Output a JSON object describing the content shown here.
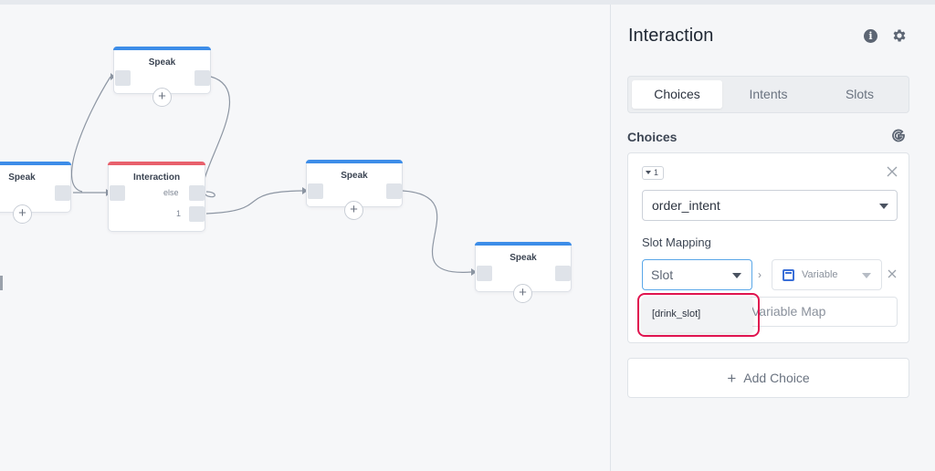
{
  "canvas": {
    "nodes": {
      "speak_top": {
        "title": "Speak"
      },
      "speak_left": {
        "title": "Speak"
      },
      "interaction": {
        "title": "Interaction",
        "port_else": "else",
        "port_1": "1"
      },
      "speak_mid": {
        "title": "Speak"
      },
      "speak_right": {
        "title": "Speak"
      }
    },
    "add_glyph": "+"
  },
  "panel": {
    "title": "Interaction",
    "icons": {
      "info": "info-icon",
      "settings": "gear-icon",
      "google": "google-g-icon"
    },
    "tabs": [
      {
        "label": "Choices",
        "active": true
      },
      {
        "label": "Intents",
        "active": false
      },
      {
        "label": "Slots",
        "active": false
      }
    ],
    "section_label": "Choices",
    "choice": {
      "number": "1",
      "intent_value": "order_intent",
      "slot_mapping_label": "Slot Mapping",
      "slot_placeholder": "Slot",
      "variable_placeholder": "Variable",
      "variable_map_placeholder": "Variable Map",
      "dropdown_option": "[drink_slot]"
    },
    "add_choice_label": "Add Choice"
  },
  "colors": {
    "accent_blue": "#3d8de8",
    "interaction_red": "#e8606c",
    "highlight": "#e0144f"
  }
}
